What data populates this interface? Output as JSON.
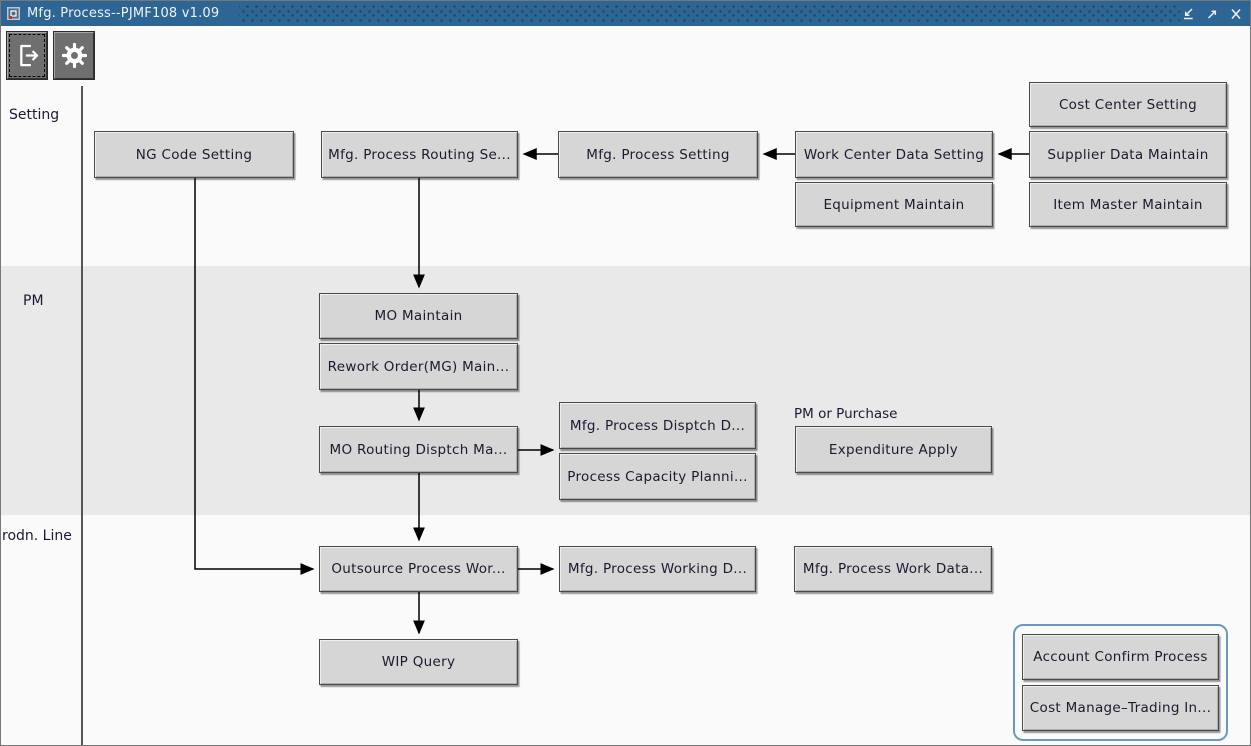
{
  "window": {
    "title": "Mfg. Process--PJMF108 v1.09",
    "controls": [
      "minimize-icon",
      "restore-icon",
      "close-icon"
    ]
  },
  "toolbar": {
    "buttons": [
      "exit-icon",
      "settings-gear-icon"
    ]
  },
  "sections": {
    "setting": "Setting",
    "pm": "PM",
    "prodn_line": "rodn. Line"
  },
  "labels": {
    "pm_or_purchase": "PM or Purchase"
  },
  "buttons": {
    "ng_code_setting": "NG Code Setting",
    "mfg_process_routing": "Mfg. Process Routing Se...",
    "mfg_process_setting": "Mfg. Process Setting",
    "work_center_data_setting": "Work Center Data Setting",
    "cost_center_setting": "Cost Center Setting",
    "supplier_data_maintain": "Supplier Data Maintain",
    "equipment_maintain": "Equipment Maintain",
    "item_master_maintain": "Item Master Maintain",
    "mo_maintain": "MO Maintain",
    "rework_order": "Rework Order(MG) Main...",
    "mo_routing_disptch": "MO Routing Disptch Ma...",
    "mfg_process_disptch": "Mfg. Process Disptch D...",
    "process_capacity_planning": "Process Capacity Planni...",
    "expenditure_apply": "Expenditure Apply",
    "outsource_process": "Outsource Process Wor...",
    "mfg_process_working": "Mfg. Process Working D...",
    "mfg_process_work_data": "Mfg. Process Work Data...",
    "wip_query": "WIP Query",
    "account_confirm_process": "Account Confirm Process",
    "cost_manage_trading": "Cost Manage–Trading In..."
  },
  "colors": {
    "titlebar": "#2d6694",
    "pm_band": "#e9e9e9",
    "light_band": "#fafafa",
    "button_bg": "#d6d6d6",
    "toolbar_button_bg": "#6f6f6f",
    "groupbox_border": "#6b97c2"
  }
}
